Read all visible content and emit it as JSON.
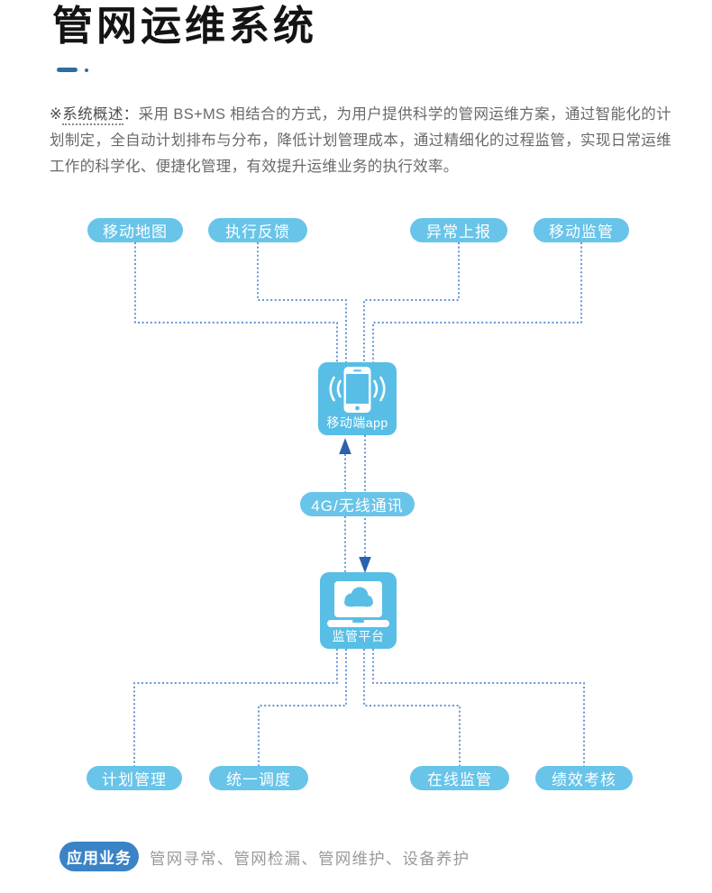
{
  "page": {
    "title": "管网运维系统"
  },
  "overview": {
    "marker": "※",
    "label": "系统概述",
    "colon": "：",
    "body": "采用 BS+MS 相结合的方式，为用户提供科学的管网运维方案，通过智能化的计划制定，全自动计划排布与分布，降低计划管理成本，通过精细化的过程监管，实现日常运维工作的科学化、便捷化管理，有效提升运维业务的执行效率。"
  },
  "diagram": {
    "top_nodes": [
      {
        "label": "移动地图"
      },
      {
        "label": "执行反馈"
      },
      {
        "label": "异常上报"
      },
      {
        "label": "移动监管"
      }
    ],
    "mobile_app": {
      "label": "移动端app",
      "icon": "smartphone-waves-icon"
    },
    "link_label": "4G/无线通讯",
    "platform": {
      "label": "监管平台",
      "icon": "laptop-cloud-icon"
    },
    "bottom_nodes": [
      {
        "label": "计划管理"
      },
      {
        "label": "统一调度"
      },
      {
        "label": "在线监管"
      },
      {
        "label": "绩效考核"
      }
    ]
  },
  "footer": {
    "badge": "应用业务",
    "items": "管网寻常、管网检漏、管网维护、设备养护"
  },
  "colors": {
    "pill_blue": "#68C4E9",
    "node_blue": "#58BEE6",
    "line_blue": "#4E86D2",
    "arrow_blue": "#2B62B0",
    "badge_blue": "#3A83C5",
    "accent_dash": "#2D6DA0",
    "title_color": "#141414",
    "body_text": "#696969"
  }
}
